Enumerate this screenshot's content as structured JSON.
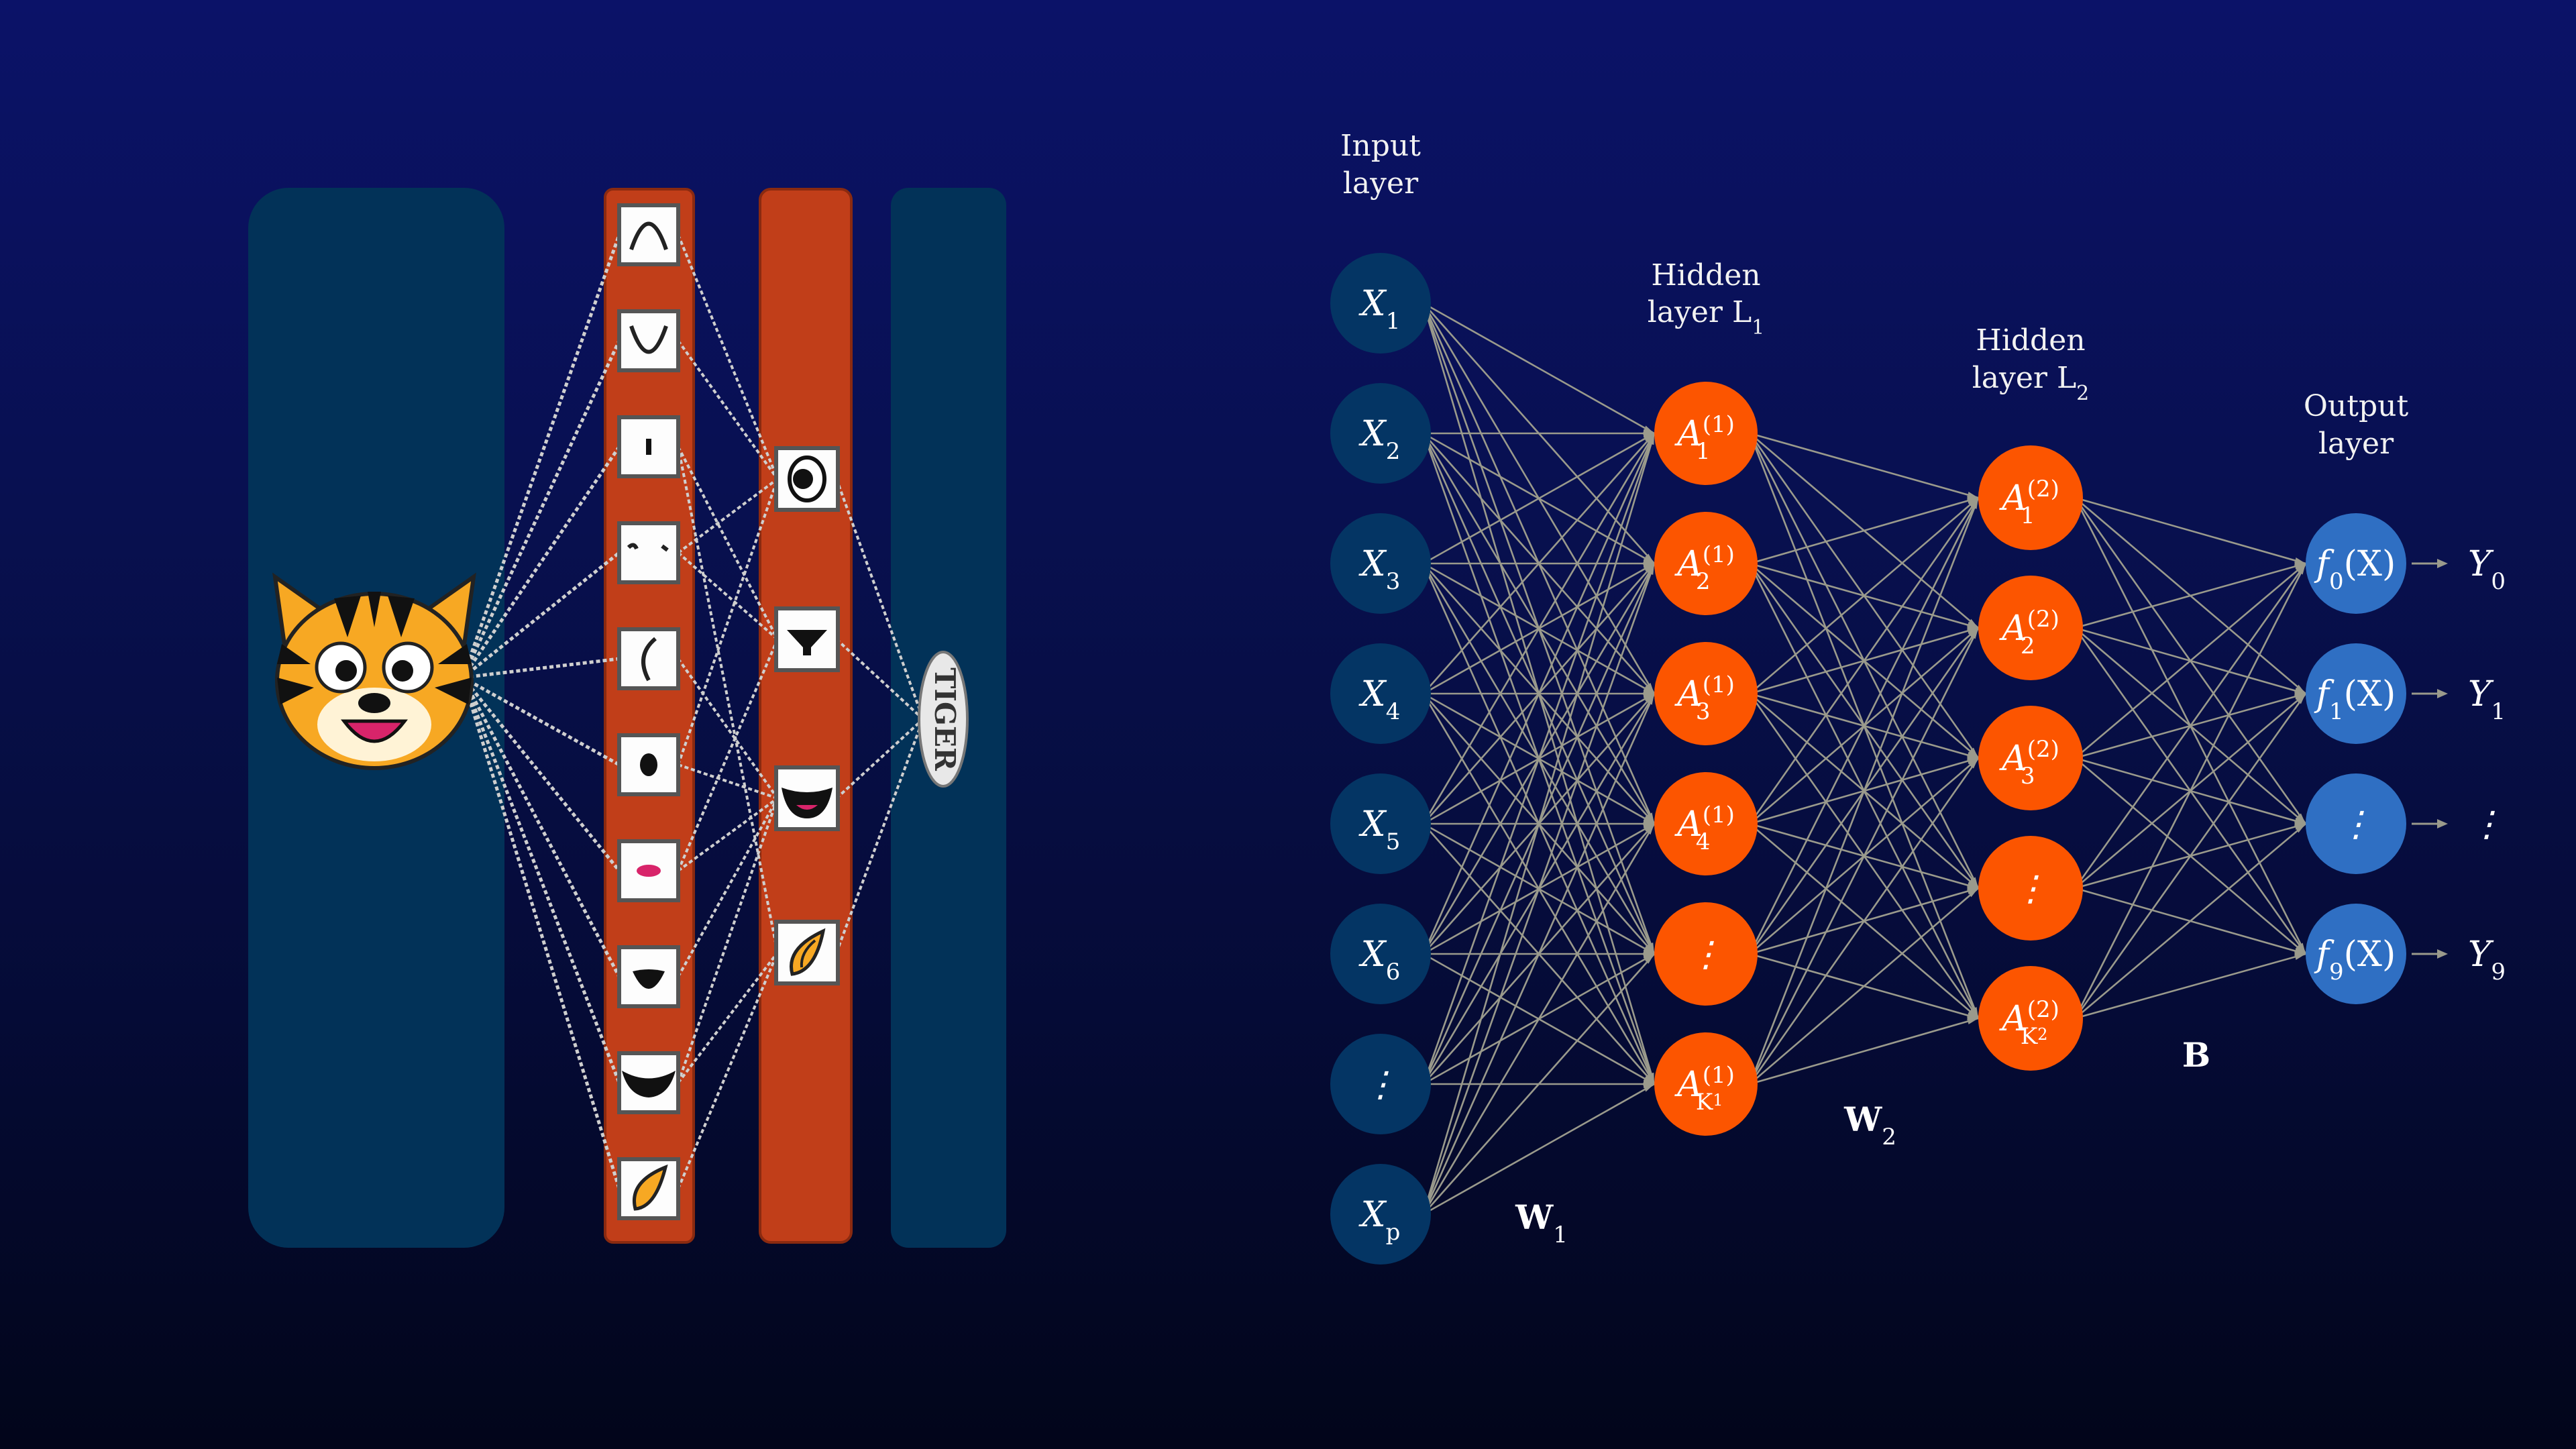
{
  "left_figure": {
    "output_label": "TIGER",
    "colors": {
      "panel": "#023258",
      "feature_bar": "#c13e19",
      "card_border": "#555555"
    },
    "layer1_features": [
      "arc-up",
      "arc-down",
      "short-stroke",
      "brow-stroke",
      "curve-stroke",
      "eye-dot",
      "nose-pink",
      "nose-black",
      "mouth-black",
      "ear-orange"
    ],
    "layer2_features": [
      "eye",
      "nose",
      "mouth",
      "ear"
    ]
  },
  "network": {
    "colors": {
      "input": "#043564",
      "hidden": "#fc5500",
      "output": "#2f6fc3",
      "edge": "#9a9a8c"
    },
    "input_layer": {
      "title": [
        "Input",
        "layer"
      ],
      "nodes": [
        {
          "base": "X",
          "sub": "1"
        },
        {
          "base": "X",
          "sub": "2"
        },
        {
          "base": "X",
          "sub": "3"
        },
        {
          "base": "X",
          "sub": "4"
        },
        {
          "base": "X",
          "sub": "5"
        },
        {
          "base": "X",
          "sub": "6"
        },
        {
          "base": "⋮",
          "sub": ""
        },
        {
          "base": "X",
          "sub": "p"
        }
      ]
    },
    "hidden_layer_1": {
      "title": [
        "Hidden",
        "layer L",
        "1"
      ],
      "nodes": [
        {
          "base": "A",
          "sub": "1",
          "sup": "(1)"
        },
        {
          "base": "A",
          "sub": "2",
          "sup": "(1)"
        },
        {
          "base": "A",
          "sub": "3",
          "sup": "(1)"
        },
        {
          "base": "A",
          "sub": "4",
          "sup": "(1)"
        },
        {
          "base": "⋮",
          "sub": "",
          "sup": ""
        },
        {
          "base": "A",
          "sub": "K",
          "sub2": "1",
          "sup": "(1)"
        }
      ]
    },
    "hidden_layer_2": {
      "title": [
        "Hidden",
        "layer L",
        "2"
      ],
      "nodes": [
        {
          "base": "A",
          "sub": "1",
          "sup": "(2)"
        },
        {
          "base": "A",
          "sub": "2",
          "sup": "(2)"
        },
        {
          "base": "A",
          "sub": "3",
          "sup": "(2)"
        },
        {
          "base": "⋮",
          "sub": "",
          "sup": ""
        },
        {
          "base": "A",
          "sub": "K",
          "sub2": "2",
          "sup": "(2)"
        }
      ]
    },
    "output_layer": {
      "title": [
        "Output",
        "layer"
      ],
      "nodes": [
        {
          "f": "f",
          "fsub": "0",
          "arg": "(X)",
          "y": "Y",
          "ysub": "0"
        },
        {
          "f": "f",
          "fsub": "1",
          "arg": "(X)",
          "y": "Y",
          "ysub": "1"
        },
        {
          "f": "⋮",
          "fsub": "",
          "arg": "",
          "y": "⋮",
          "ysub": ""
        },
        {
          "f": "f",
          "fsub": "9",
          "arg": "(X)",
          "y": "Y",
          "ysub": "9"
        }
      ]
    },
    "weights": [
      {
        "base": "W",
        "sub": "1"
      },
      {
        "base": "W",
        "sub": "2"
      },
      {
        "base": "B",
        "sub": ""
      }
    ]
  }
}
